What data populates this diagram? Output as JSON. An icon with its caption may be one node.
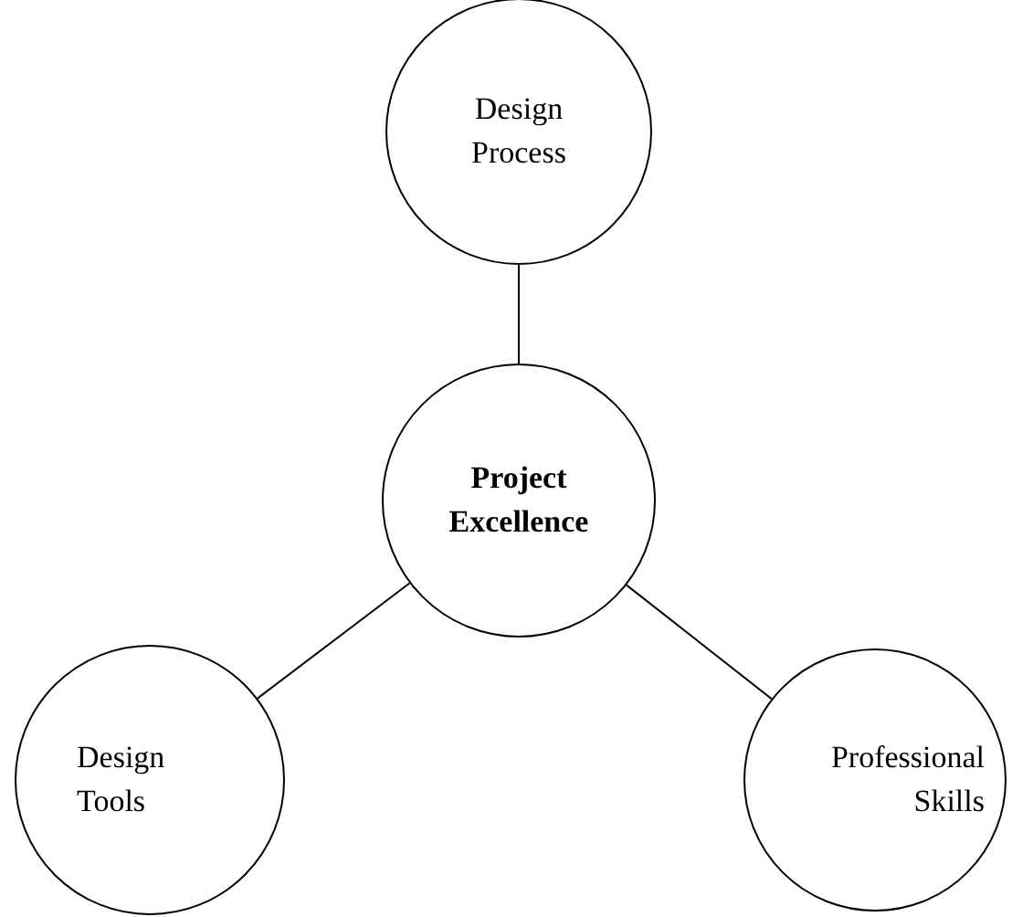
{
  "diagram": {
    "nodes": [
      {
        "text": [
          "Design Process"
        ]
      },
      {
        "text": [
          "Project Excellence"
        ]
      },
      {
        "text": [
          "Design Tools"
        ]
      },
      {
        "text": [
          "Professional Skills"
        ]
      }
    ],
    "edges": [
      {
        "from": 0,
        "to": 1,
        "arrow": "none"
      },
      {
        "from": 1,
        "to": 2,
        "arrow": "none"
      },
      {
        "from": 1,
        "to": 3,
        "arrow": "none"
      }
    ]
  }
}
